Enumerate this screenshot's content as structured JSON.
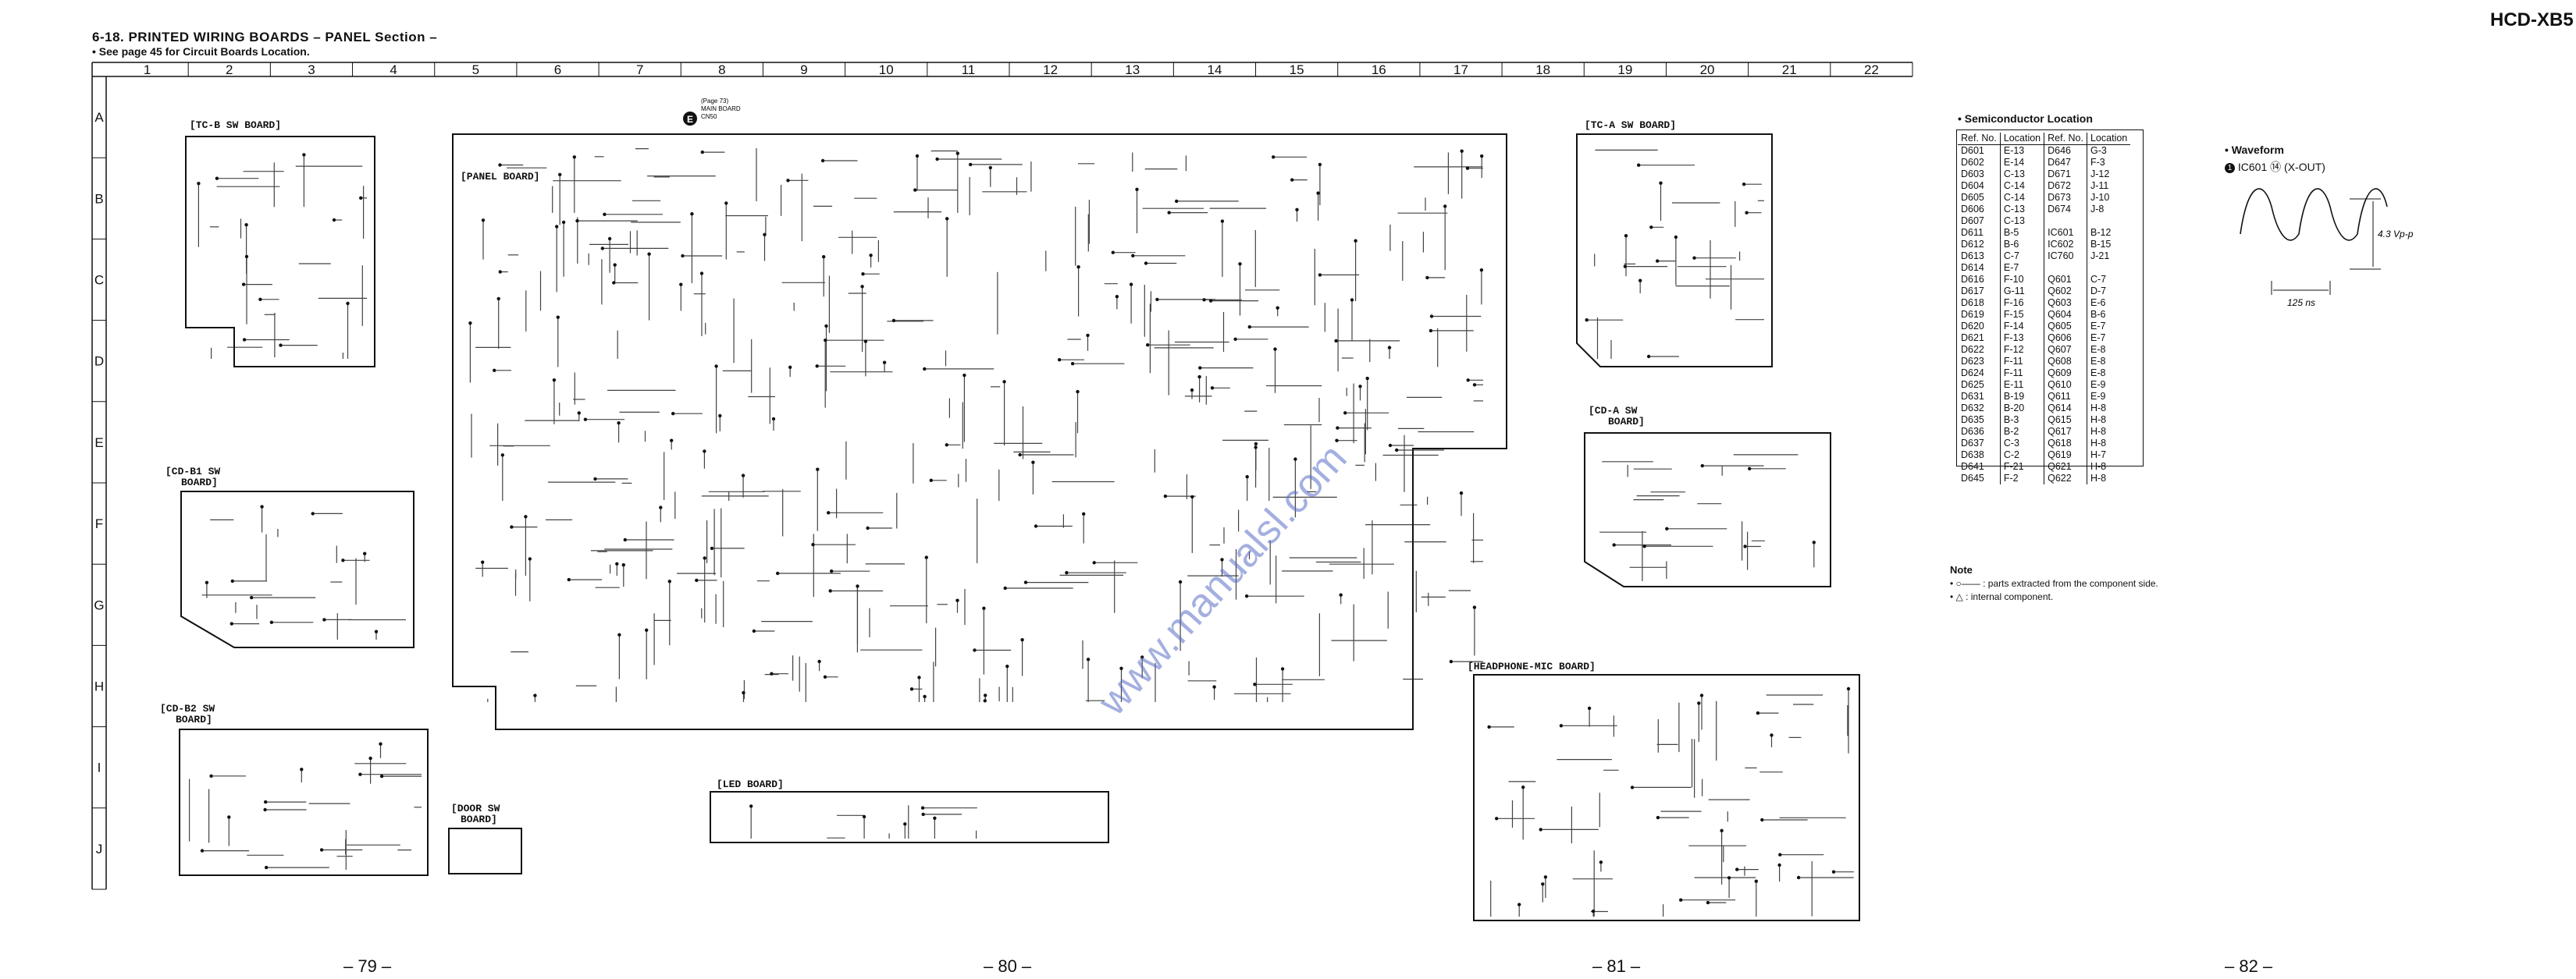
{
  "header": {
    "title": "6-18.  PRINTED WIRING BOARDS – PANEL Section –",
    "subtitle": "• See page 45 for Circuit Boards Location."
  },
  "model": "HCD-XB5",
  "grid": {
    "columns": [
      "1",
      "2",
      "3",
      "4",
      "5",
      "6",
      "7",
      "8",
      "9",
      "10",
      "11",
      "12",
      "13",
      "14",
      "15",
      "16",
      "17",
      "18",
      "19",
      "20",
      "21",
      "22"
    ],
    "rows": [
      "A",
      "B",
      "C",
      "D",
      "E",
      "F",
      "G",
      "H",
      "I",
      "J"
    ]
  },
  "boards": {
    "tc_b": "[TC-B SW BOARD]",
    "panel": "[PANEL BOARD]",
    "tc_a": "[TC-A SW BOARD]",
    "cd_b1_line1": "[CD-B1 SW",
    "cd_b1_line2": "BOARD]",
    "cd_a_line1": "[CD-A SW",
    "cd_a_line2": "BOARD]",
    "cd_b2_line1": "[CD-B2 SW",
    "cd_b2_line2": "BOARD]",
    "led": "[LED BOARD]",
    "door_line1": "[DOOR SW",
    "door_line2": "BOARD]",
    "headphone": "[HEADPHONE-MIC BOARD]"
  },
  "semiconductor": {
    "title": "• Semiconductor Location",
    "headers": [
      "Ref. No.",
      "Location",
      "Ref. No.",
      "Location"
    ],
    "rows": [
      [
        "D601",
        "E-13",
        "D646",
        "G-3"
      ],
      [
        "D602",
        "E-14",
        "D647",
        "F-3"
      ],
      [
        "D603",
        "C-13",
        "D671",
        "J-12"
      ],
      [
        "D604",
        "C-14",
        "D672",
        "J-11"
      ],
      [
        "D605",
        "C-14",
        "D673",
        "J-10"
      ],
      [
        "D606",
        "C-13",
        "D674",
        "J-8"
      ],
      [
        "D607",
        "C-13",
        "",
        ""
      ],
      [
        "D611",
        "B-5",
        "IC601",
        "B-12"
      ],
      [
        "D612",
        "B-6",
        "IC602",
        "B-15"
      ],
      [
        "D613",
        "C-7",
        "IC760",
        "J-21"
      ],
      [
        "D614",
        "E-7",
        "",
        ""
      ],
      [
        "D616",
        "F-10",
        "Q601",
        "C-7"
      ],
      [
        "D617",
        "G-11",
        "Q602",
        "D-7"
      ],
      [
        "D618",
        "F-16",
        "Q603",
        "E-6"
      ],
      [
        "D619",
        "F-15",
        "Q604",
        "B-6"
      ],
      [
        "D620",
        "F-14",
        "Q605",
        "E-7"
      ],
      [
        "D621",
        "F-13",
        "Q606",
        "E-7"
      ],
      [
        "D622",
        "F-12",
        "Q607",
        "E-8"
      ],
      [
        "D623",
        "F-11",
        "Q608",
        "E-8"
      ],
      [
        "D624",
        "F-11",
        "Q609",
        "E-8"
      ],
      [
        "D625",
        "E-11",
        "Q610",
        "E-9"
      ],
      [
        "D631",
        "B-19",
        "Q611",
        "E-9"
      ],
      [
        "D632",
        "B-20",
        "Q614",
        "H-8"
      ],
      [
        "D635",
        "B-3",
        "Q615",
        "H-8"
      ],
      [
        "D636",
        "B-2",
        "Q617",
        "H-8"
      ],
      [
        "D637",
        "C-3",
        "Q618",
        "H-8"
      ],
      [
        "D638",
        "C-2",
        "Q619",
        "H-7"
      ],
      [
        "D641",
        "F-21",
        "Q621",
        "H-8"
      ],
      [
        "D645",
        "F-2",
        "Q622",
        "H-8"
      ]
    ]
  },
  "waveform": {
    "title": "• Waveform",
    "ic_label": "IC601 ⑭ (X-OUT)",
    "ic_num": "1",
    "amplitude": "4.3 Vp-p",
    "period": "125 ns"
  },
  "note": {
    "title": "Note",
    "line1": "• ○——  : parts extracted from the component side.",
    "line2": "•   △     : internal component."
  },
  "pages": [
    "– 79 –",
    "– 80 –",
    "– 81 –",
    "– 82 –"
  ],
  "panel_callout": {
    "letter": "E",
    "line1": "(Page 73)",
    "line2": "MAIN BOARD",
    "line3": "CN50"
  },
  "colors": {
    "ink": "#111111",
    "watermark": "#5a6fc8"
  },
  "watermark": "www.manualsl.com"
}
